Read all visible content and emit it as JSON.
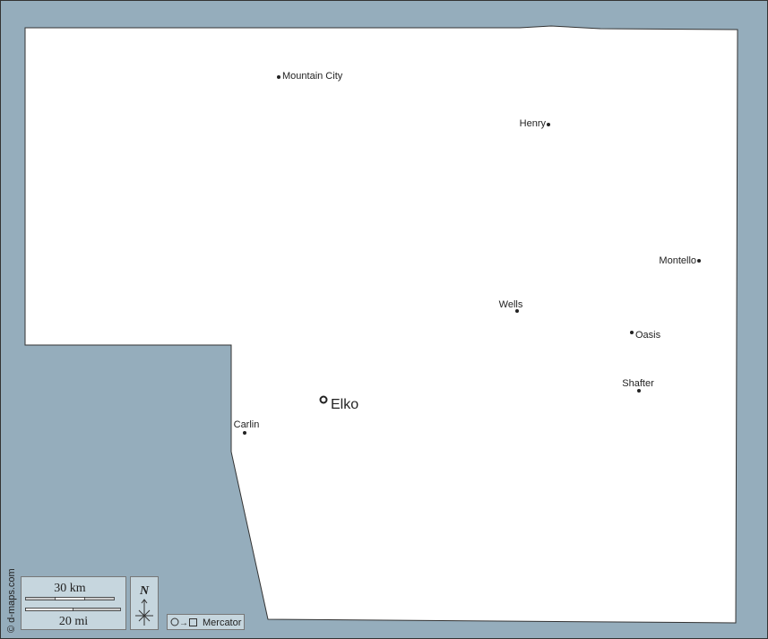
{
  "map": {
    "colors": {
      "sea": "#95adbc",
      "land": "#ffffff",
      "border": "#333333",
      "legend_bg": "#c6d6de"
    },
    "cities": [
      {
        "name": "Mountain City",
        "type": "town"
      },
      {
        "name": "Henry",
        "type": "town"
      },
      {
        "name": "Montello",
        "type": "town"
      },
      {
        "name": "Wells",
        "type": "town"
      },
      {
        "name": "Oasis",
        "type": "town"
      },
      {
        "name": "Shafter",
        "type": "town"
      },
      {
        "name": "Elko",
        "type": "capital"
      },
      {
        "name": "Carlin",
        "type": "town"
      }
    ],
    "scale": {
      "km_label": "30 km",
      "mi_label": "20 mi"
    },
    "north_label": "N",
    "projection_label": "Mercator",
    "copyright": "© d-maps.com"
  }
}
